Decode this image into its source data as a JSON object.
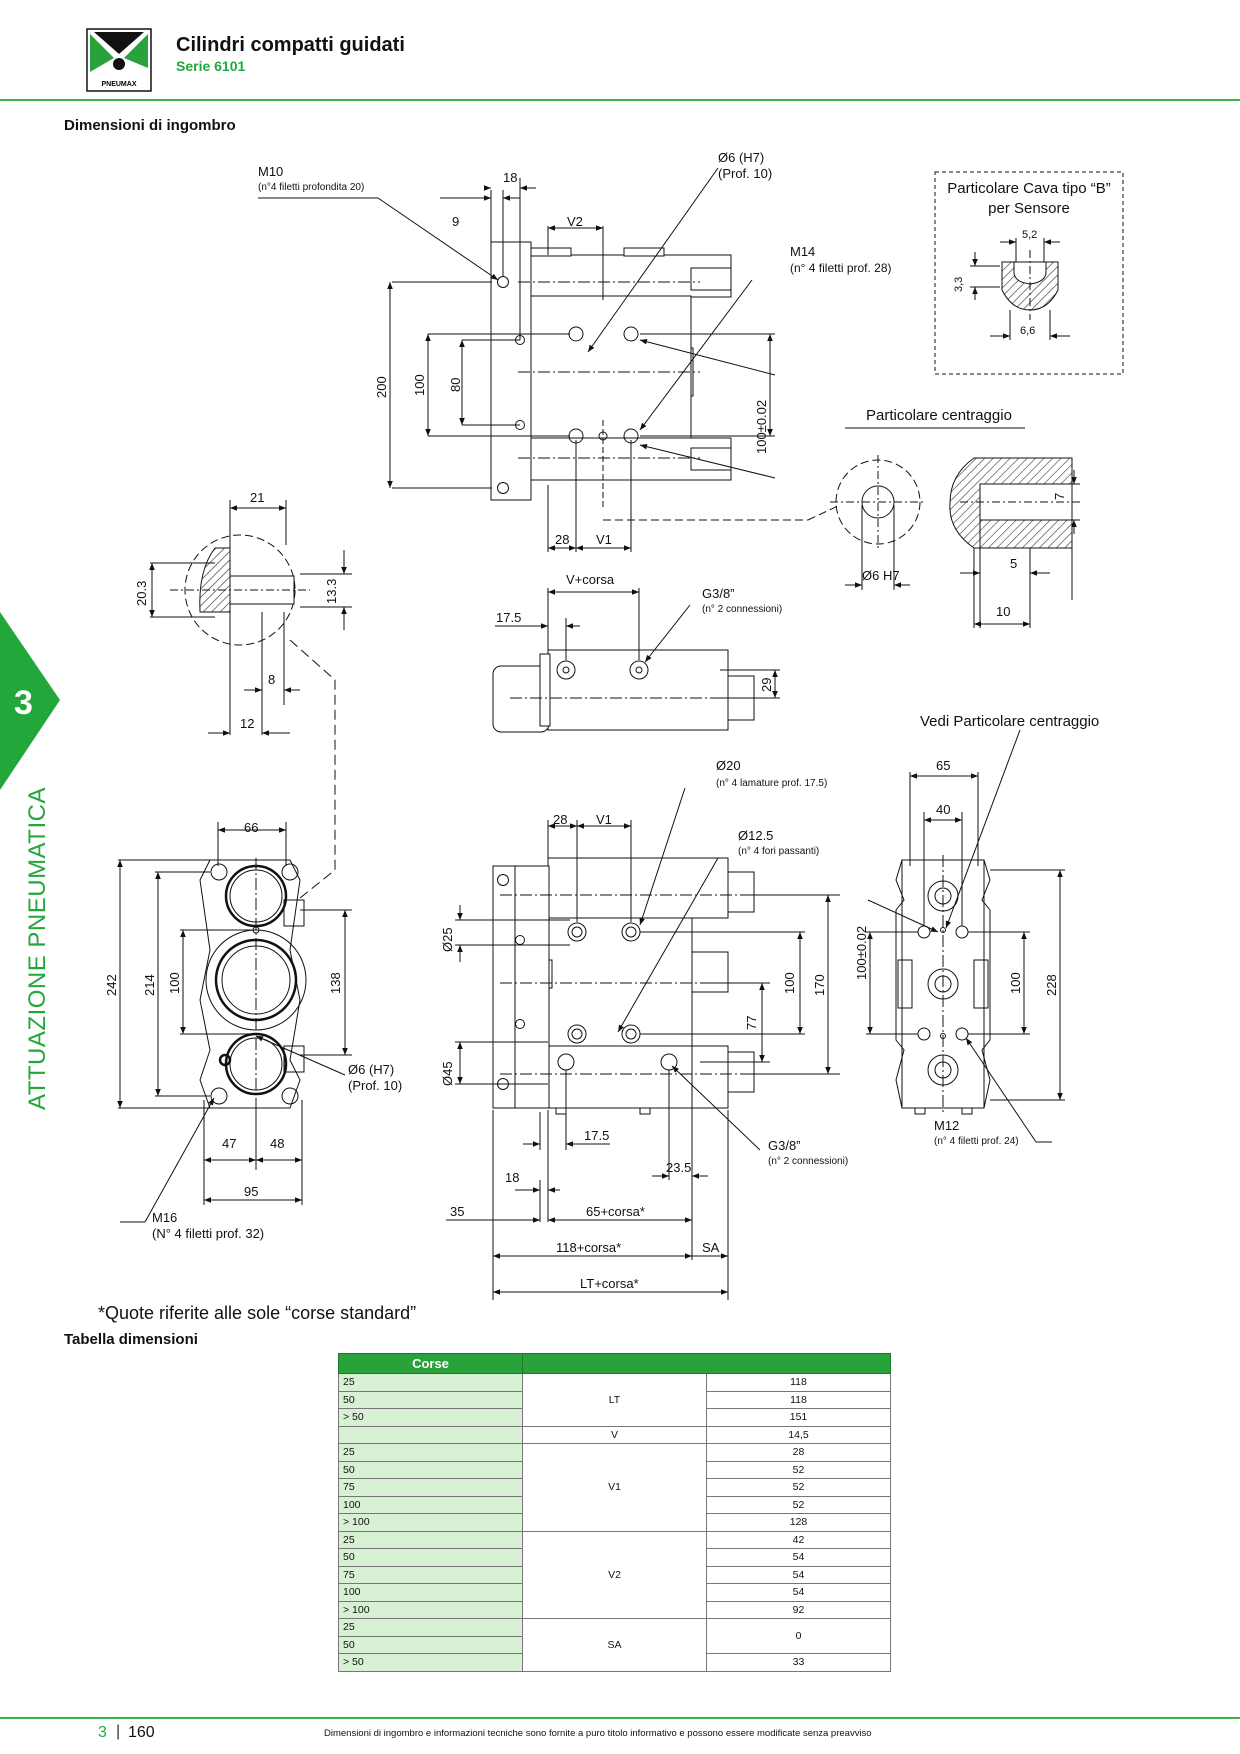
{
  "header": {
    "title": "Cilindri compatti guidati",
    "series": "Serie 6101",
    "logo_text": "PNEUMAX"
  },
  "section": {
    "number": "3",
    "name": "ATTUAZIONE PNEUMATICA"
  },
  "drawing_section_title": "Dimensioni di ingombro",
  "drawing": {
    "labels": {
      "m10": "M10",
      "m10_note": "(n°4 filetti profondita 20)",
      "d18_top": "18",
      "d9": "9",
      "v2": "V2",
      "d6h7_top": "Ø6 (H7)",
      "prof10_top": "(Prof. 10)",
      "m14": "M14",
      "m14_note": "(n° 4 filetti prof. 28)",
      "d200": "200",
      "d100_a": "100",
      "d80": "80",
      "d100_tol_top": "100±0.02",
      "d28_top": "28",
      "v1_top": "V1",
      "cava_title1": "Particolare Cava tipo “B”",
      "cava_title2": "per Sensore",
      "d5_2": "5,2",
      "d3_3": "3,3",
      "d6_6": "6,6",
      "centr_title": "Particolare centraggio",
      "d6h7_det": "Ø6 H7",
      "d7": "7",
      "d5": "5",
      "d10": "10",
      "d21": "21",
      "d20_3": "20.3",
      "d13_3": "13.3",
      "d8": "8",
      "d12": "12",
      "vcorsa": "V+corsa",
      "g38_top": "G3/8”",
      "g38_top_note": "(n° 2 connessioni)",
      "d17_5_top": "17.5",
      "d29": "29",
      "vedi": "Vedi Particolare centraggio",
      "d20": "Ø20",
      "d20_note": "(n° 4 lamature prof. 17.5)",
      "d28_bot": "28",
      "v1_bot": "V1",
      "d12_5": "Ø12.5",
      "d12_5_note": "(n° 4 fori passanti)",
      "d66": "66",
      "d242": "242",
      "d214": "214",
      "d100_l": "100",
      "d138": "138",
      "d6h7_l": "Ø6 (H7)",
      "prof10_l": "(Prof. 10)",
      "d47": "47",
      "d48": "48",
      "d95": "95",
      "m16": "M16",
      "m16_note": "(N° 4 filetti prof. 32)",
      "d25": "Ø25",
      "d45": "Ø45",
      "d100_m": "100",
      "d170": "170",
      "d77": "77",
      "d17_5_bot": "17.5",
      "d23_5": "23.5",
      "d18_bot": "18",
      "d35": "35",
      "d65corsa": "65+corsa*",
      "d118corsa": "118+corsa*",
      "sa": "SA",
      "ltcorsa": "LT+corsa*",
      "g38_bot": "G3/8”",
      "g38_bot_note": "(n° 2 connessioni)",
      "d65": "65",
      "d40": "40",
      "d100_tol_r": "100±0.02",
      "d100_r": "100",
      "d228": "228",
      "m12": "M12",
      "m12_note": "(n° 4 filetti prof. 24)"
    }
  },
  "footnote": "*Quote riferite alle sole “corse standard”",
  "table_title": "Tabella dimensioni",
  "table": {
    "header": [
      "Corse",
      ""
    ],
    "groups": [
      {
        "param": "LT",
        "rows": [
          {
            "corsa": "25",
            "value": "118"
          },
          {
            "corsa": "50",
            "value": "118"
          },
          {
            "corsa": "> 50",
            "value": "151"
          }
        ]
      },
      {
        "param": "V",
        "rows": [
          {
            "corsa": "",
            "value": "14,5"
          }
        ]
      },
      {
        "param": "V1",
        "rows": [
          {
            "corsa": "25",
            "value": "28"
          },
          {
            "corsa": "50",
            "value": "52"
          },
          {
            "corsa": "75",
            "value": "52"
          },
          {
            "corsa": "100",
            "value": "52"
          },
          {
            "corsa": "> 100",
            "value": "128"
          }
        ]
      },
      {
        "param": "V2",
        "rows": [
          {
            "corsa": "25",
            "value": "42"
          },
          {
            "corsa": "50",
            "value": "54"
          },
          {
            "corsa": "75",
            "value": "54"
          },
          {
            "corsa": "100",
            "value": "54"
          },
          {
            "corsa": "> 100",
            "value": "92"
          }
        ]
      },
      {
        "param": "SA",
        "rows": [
          {
            "corsa": "25",
            "value": "0"
          },
          {
            "corsa": "50",
            "value": ""
          },
          {
            "corsa": "> 50",
            "value": "33"
          }
        ]
      }
    ]
  },
  "footer": {
    "section": "3",
    "separator": "|",
    "page": "160",
    "disclaimer": "Dimensioni di ingombro e informazioni tecniche sono fornite a puro titolo informativo e possono essere modificate senza preavviso"
  },
  "colors": {
    "brand_green": "#22a83a",
    "table_header": "#2aa23b",
    "table_cell": "#d8f0d4"
  }
}
